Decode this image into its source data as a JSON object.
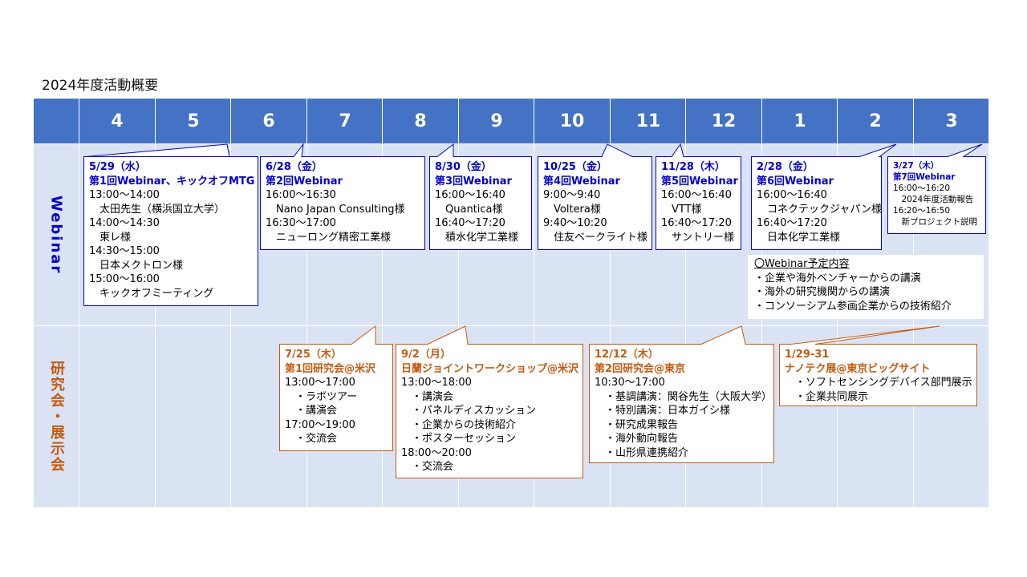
{
  "title": "2024年度活動概要",
  "months": [
    "4",
    "5",
    "6",
    "7",
    "8",
    "9",
    "10",
    "11",
    "12",
    "1",
    "2",
    "3"
  ],
  "rows": {
    "webinar": "Webinar",
    "kenkyu": "研究会・展示会"
  },
  "colors": {
    "header": "#4472c4",
    "row": "#dae3f3",
    "blue_text": "#0000cc",
    "orange_text": "#c55a11",
    "blue_border": "#0000cc",
    "orange_border": "#c55a11"
  },
  "webinar_note": {
    "title": "〇Webinar予定内容",
    "items": [
      "・企業や海外ベンチャーからの講演",
      "・海外の研究機関からの講演",
      "・コンソーシアム参画企業からの技術紹介"
    ]
  },
  "webinars": [
    {
      "heading": [
        "5/29（水）",
        "第1回Webinar、キックオフMTG"
      ],
      "lines": [
        "13:00～14:00",
        "　太田先生（横浜国立大学）",
        "14:00～14:30",
        "　東レ様",
        "14:30～15:00",
        "　日本メクトロン様",
        "15:00～16:00",
        "　キックオフミーティング"
      ]
    },
    {
      "heading": [
        "6/28（金）",
        "第2回Webinar"
      ],
      "lines": [
        "16:00～16:30",
        "　Nano Japan Consulting様",
        "16:30～17:00",
        "　ニューロング精密工業様"
      ]
    },
    {
      "heading": [
        "8/30（金）",
        "第3回Webinar"
      ],
      "lines": [
        "16:00～16:40",
        "　Quantica様",
        "16:40～17:20",
        "　積水化学工業様"
      ]
    },
    {
      "heading": [
        "10/25（金）",
        "第4回Webinar"
      ],
      "lines": [
        "9:00～9:40",
        "　Voltera様",
        "9:40～10:20",
        "　住友ベークライト様"
      ]
    },
    {
      "heading": [
        "11/28（木）",
        "第5回Webinar"
      ],
      "lines": [
        "16:00～16:40",
        "　VTT様",
        "16:40～17:20",
        "　サントリー様"
      ]
    },
    {
      "heading": [
        "2/28（金）",
        "第6回Webinar"
      ],
      "lines": [
        "16:00～16:40",
        "　コネクテックジャパン様",
        "16:40～17:20",
        "　日本化学工業様"
      ]
    },
    {
      "heading": [
        "3/27（木）",
        "第7回Webinar"
      ],
      "lines": [
        "16:00～16:20",
        "　2024年度活動報告",
        "16:20～16:50",
        "　新プロジェクト説明"
      ]
    }
  ],
  "events": [
    {
      "heading": [
        "7/25（木）",
        "第1回研究会@米沢"
      ],
      "lines": [
        "13:00～17:00",
        "　・ラボツアー",
        "　・講演会",
        "17:00～19:00",
        "　・交流会"
      ]
    },
    {
      "heading": [
        "9/2（月）",
        "日蘭ジョイントワークショップ@米沢"
      ],
      "lines": [
        "13:00～18:00",
        "　・講演会",
        "　・パネルディスカッション",
        "　・企業からの技術紹介",
        "　・ポスターセッション",
        "18:00～20:00",
        "　・交流会"
      ]
    },
    {
      "heading": [
        "12/12（木）",
        "第2回研究会@東京"
      ],
      "lines": [
        "10:30～17:00",
        "　・基調講演：関谷先生（大阪大学）",
        "　・特別講演：日本ガイシ様",
        "　・研究成果報告",
        "　・海外動向報告",
        "　・山形県連携紹介"
      ]
    },
    {
      "heading": [
        "1/29-31",
        "ナノテク展@東京ビッグサイト"
      ],
      "lines": [
        "　・ソフトセンシングデバイス部門展示",
        "　・企業共同展示"
      ]
    }
  ]
}
